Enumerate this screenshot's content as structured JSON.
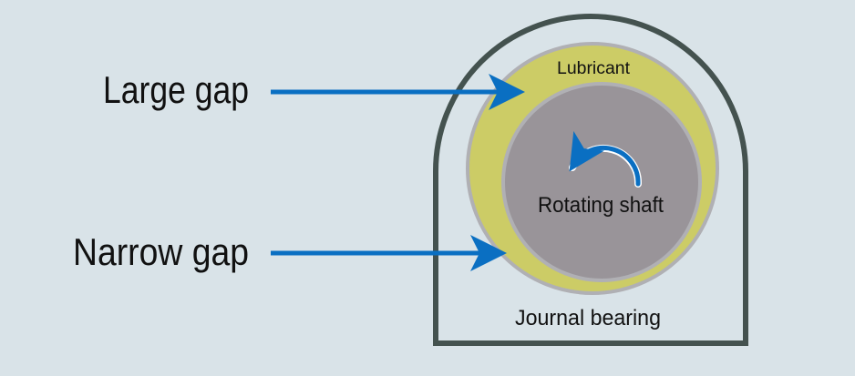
{
  "labels": {
    "large_gap": "Large gap",
    "narrow_gap": "Narrow gap",
    "lubricant": "Lubricant",
    "rotating_shaft": "Rotating shaft",
    "journal_bearing": "Journal bearing"
  },
  "colors": {
    "background": "#d9e3e8",
    "bearing_outline": "#44524f",
    "lubricant": "#cccc66",
    "shaft": "#999499",
    "rim": "#b0b0b4",
    "arrow": "#0a6fc2"
  }
}
